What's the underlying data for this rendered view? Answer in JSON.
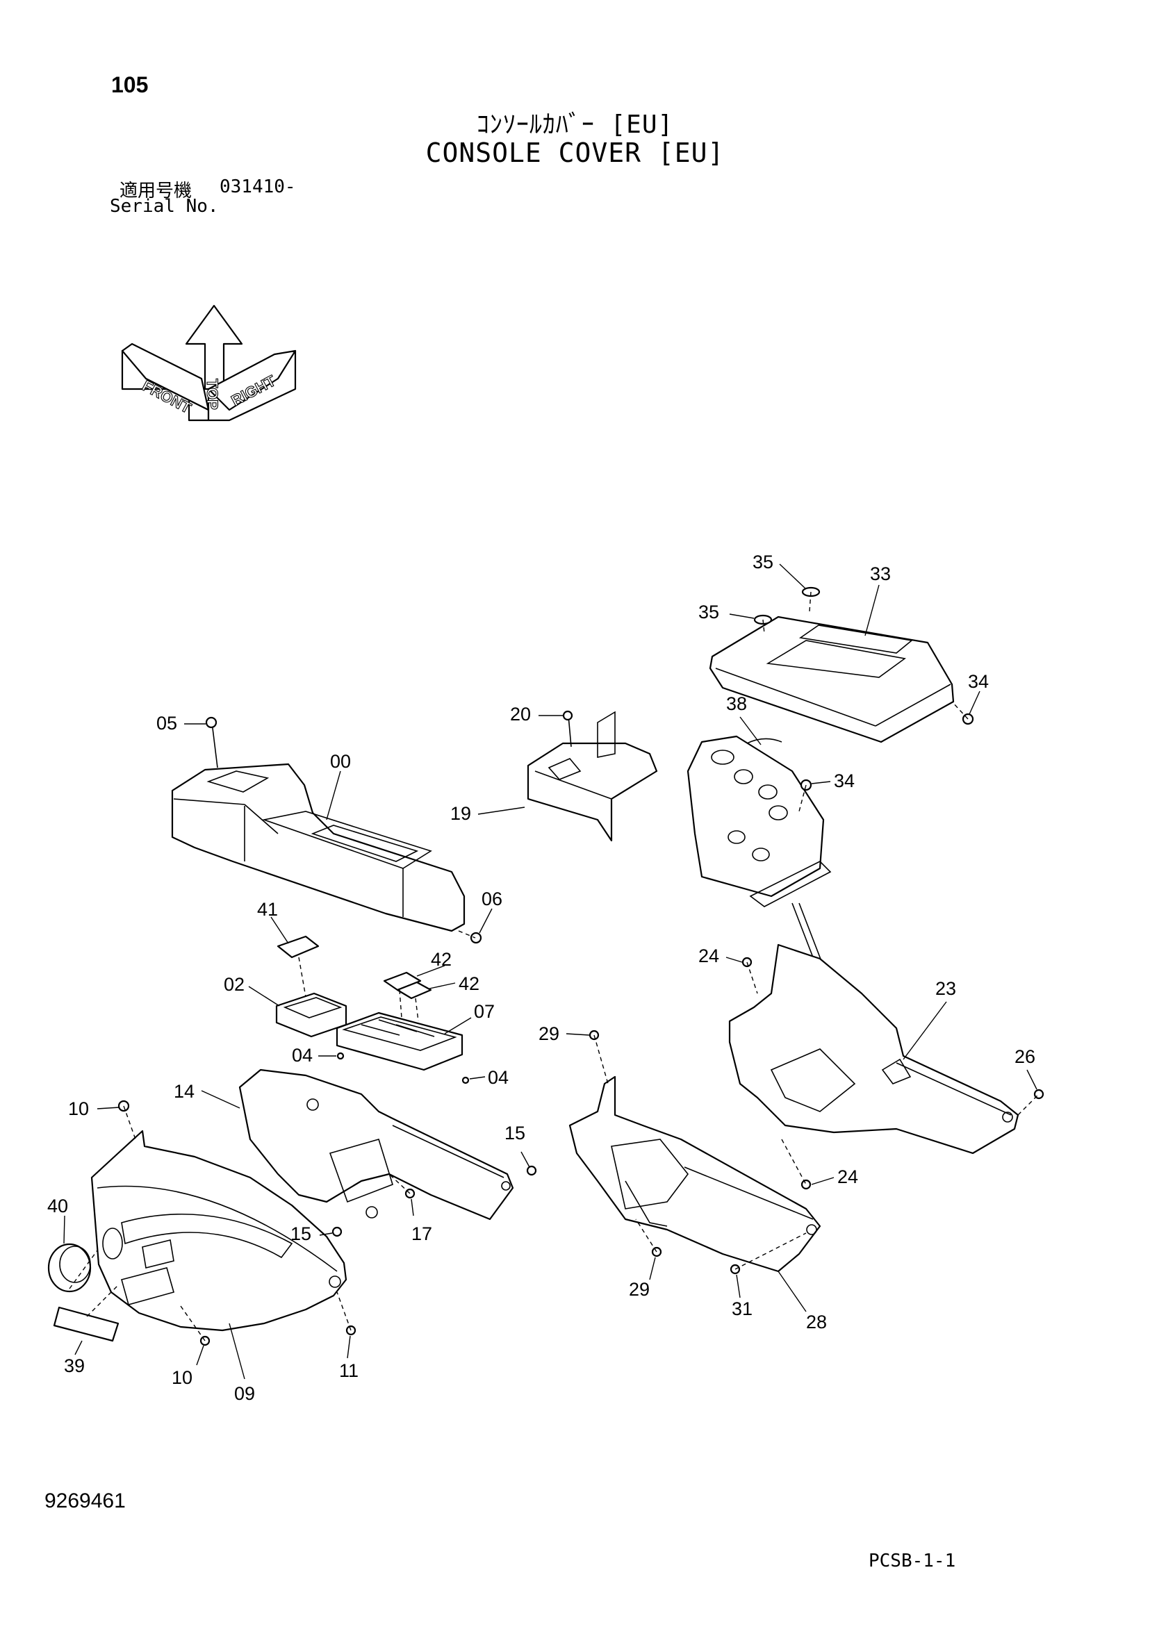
{
  "page_number": "105",
  "title_jp": "ｺﾝｿｰﾙｶﾊﾞｰ [EU]",
  "title_en": "CONSOLE COVER [EU]",
  "serial_label_jp": "適用号機",
  "serial_value": "031410-",
  "serial_label_en": "Serial No.",
  "orientation": {
    "top": "TOP",
    "front": "FRONT",
    "right": "RIGHT"
  },
  "callouts": {
    "c35a": "35",
    "c33": "33",
    "c35b": "35",
    "c34a": "34",
    "c05": "05",
    "c00": "00",
    "c20": "20",
    "c38": "38",
    "c34b": "34",
    "c19": "19",
    "c06": "06",
    "c41": "41",
    "c42a": "42",
    "c02": "02",
    "c42b": "42",
    "c07": "07",
    "c24a": "24",
    "c23": "23",
    "c29a": "29",
    "c04a": "04",
    "c04b": "04",
    "c26": "26",
    "c14": "14",
    "c10a": "10",
    "c15a": "15",
    "c24b": "24",
    "c40": "40",
    "c15b": "15",
    "c17": "17",
    "c29b": "29",
    "c31": "31",
    "c28": "28",
    "c39": "39",
    "c10b": "10",
    "c11": "11",
    "c09": "09"
  },
  "document_number": "9269461",
  "page_code": "PCSB-1-1"
}
